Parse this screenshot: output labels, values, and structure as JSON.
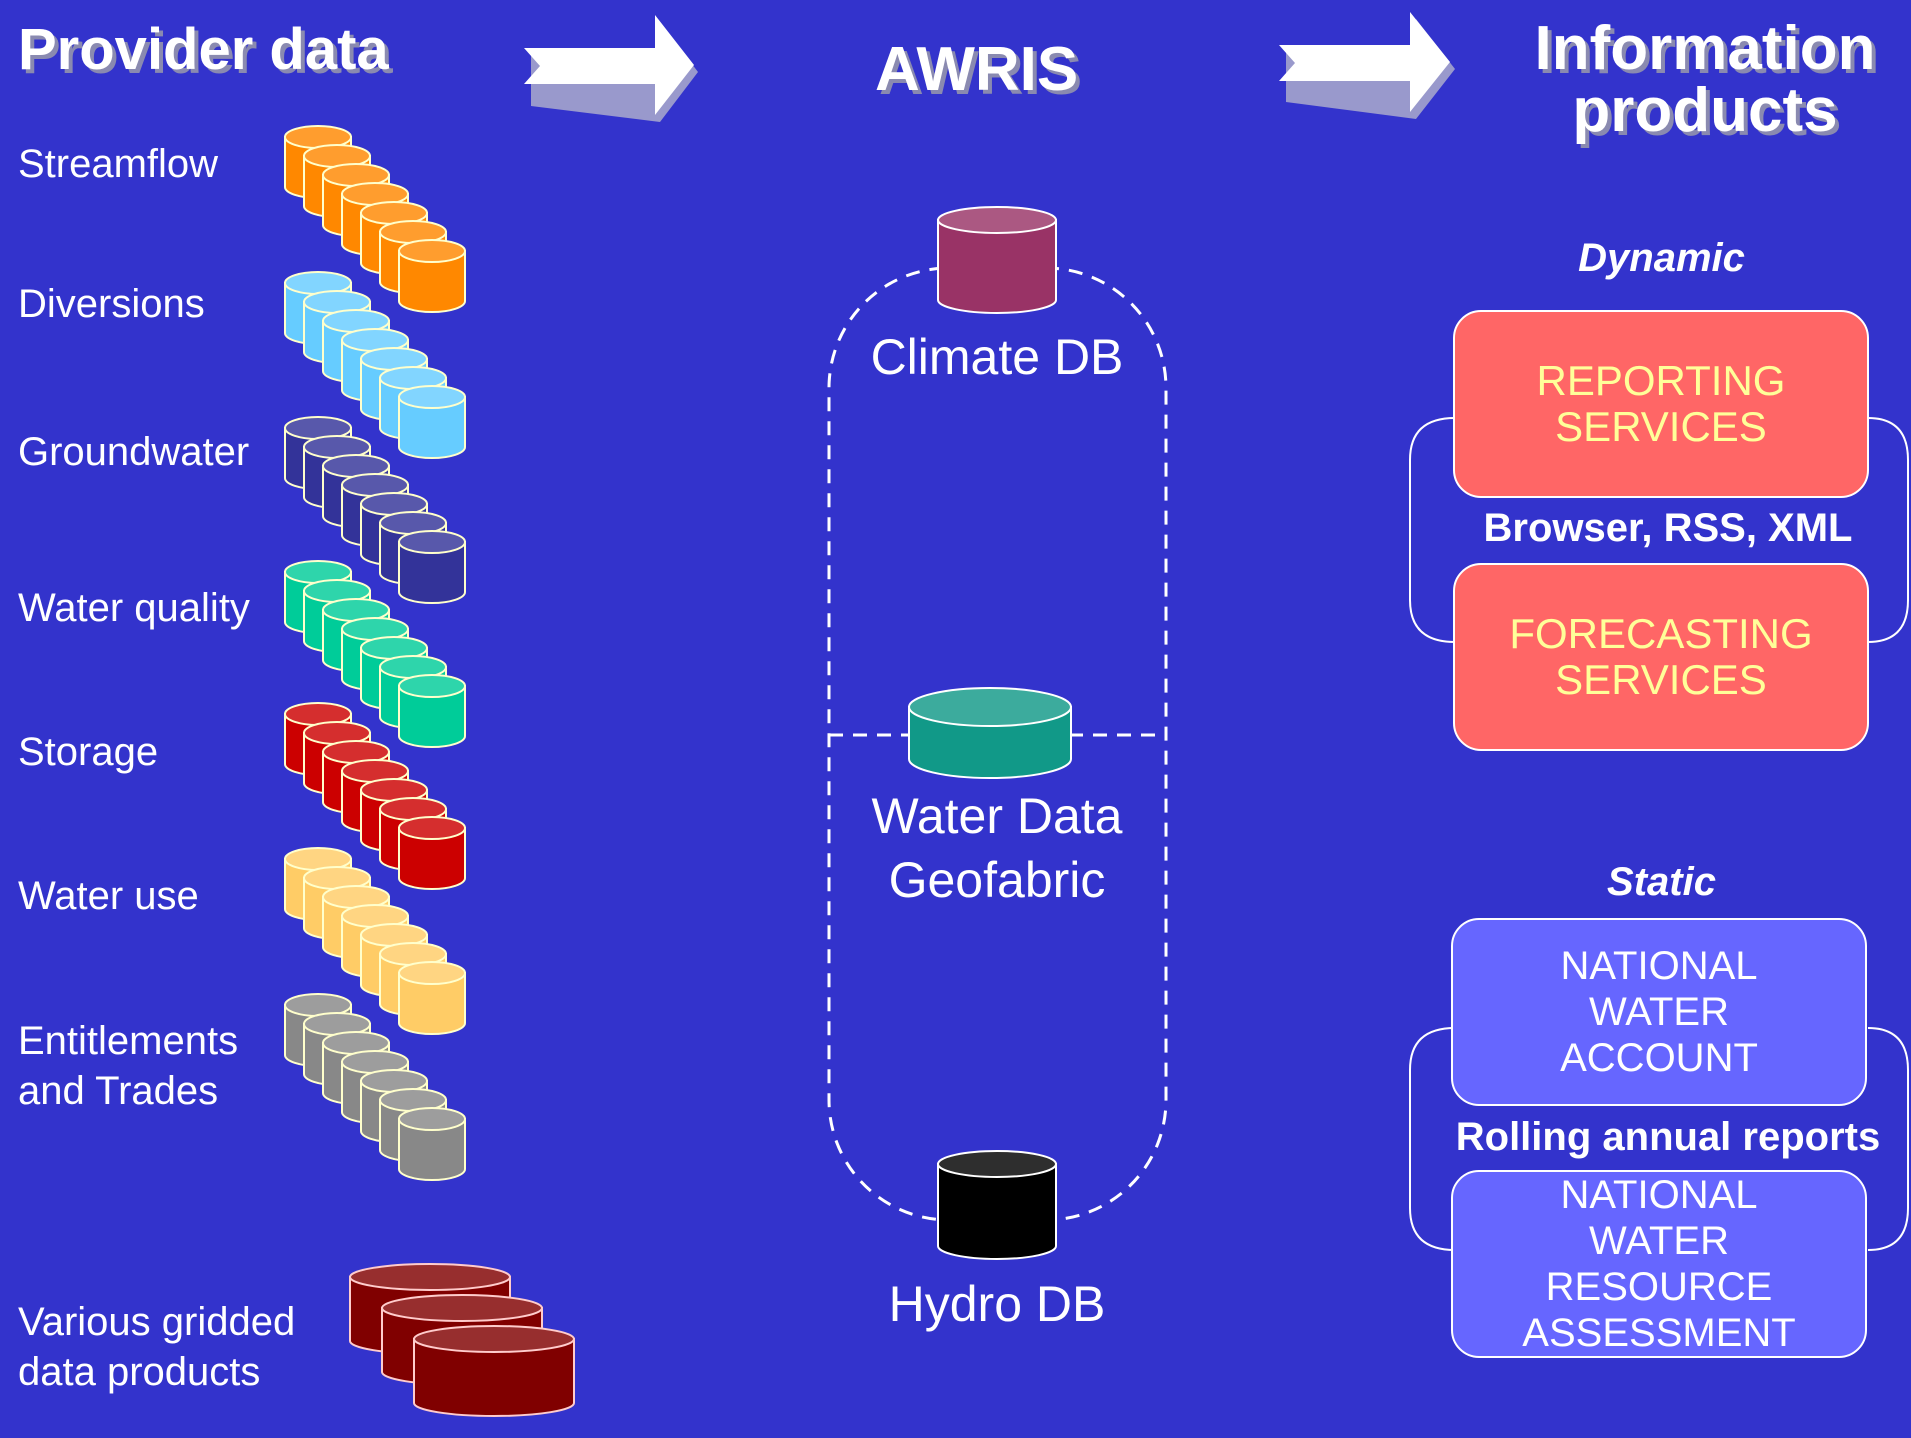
{
  "headings": {
    "provider": "Provider data",
    "awris": "AWRIS",
    "products": "Information\nproducts"
  },
  "provider_rows": [
    {
      "label": "Streamflow",
      "color": "#ff8800"
    },
    {
      "label": "Diversions",
      "color": "#66ccff"
    },
    {
      "label": "Groundwater",
      "color": "#333399"
    },
    {
      "label": "Water quality",
      "color": "#00cc99"
    },
    {
      "label": "Storage",
      "color": "#cc0000"
    },
    {
      "label": "Water use",
      "color": "#ffcc66"
    },
    {
      "label": "Entitlements\nand Trades",
      "color": "#888888"
    }
  ],
  "gridded": {
    "label": "Various gridded\ndata products",
    "color": "#800000"
  },
  "awris": {
    "climate_db": {
      "label": "Climate DB",
      "color": "#993366"
    },
    "geofabric": {
      "label": "Water Data\nGeofabric",
      "color": "#119988"
    },
    "hydro_db": {
      "label": "Hydro DB",
      "color": "#000000"
    }
  },
  "products": {
    "dynamic": {
      "title": "Dynamic",
      "box1": "REPORTING\nSERVICES",
      "box2": "FORECASTING\nSERVICES",
      "channels": "Browser, RSS, XML",
      "color": "#ff6666"
    },
    "static": {
      "title": "Static",
      "box1": "NATIONAL\nWATER\nACCOUNT",
      "box2": "NATIONAL\nWATER\nRESOURCE\nASSESSMENT",
      "channels": "Rolling annual reports",
      "color": "#6666ff"
    }
  },
  "colors": {
    "background": "#3333cc"
  }
}
